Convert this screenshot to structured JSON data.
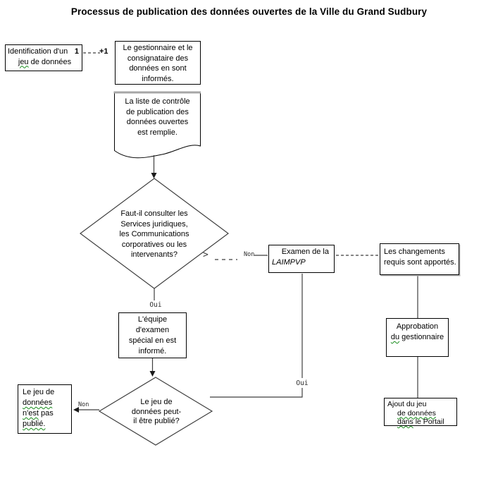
{
  "title": "Processus de publication des données ouvertes de la Ville du Grand Sudbury",
  "nodes": {
    "identification": {
      "line1": "Identification d'un",
      "marker": "1",
      "line2_word": "jeu",
      "line2_rest": " de données"
    },
    "informes": {
      "line1": "Le gestionnaire et le",
      "line2": "consignataire des",
      "line3": "données en sont",
      "line4": "informés."
    },
    "liste_controle": {
      "line1": "La liste de contrôle",
      "line2": "de publication des",
      "line3": "données ouvertes",
      "line4": "est remplie."
    },
    "decision_consulter": {
      "line1": "Faut-il consulter les",
      "line2": "Services juridiques,",
      "line3": "les Communications",
      "line4": "corporatives ou les",
      "line5": "intervenants?"
    },
    "equipe_examen": {
      "line1": "L'équipe",
      "line2": "d'examen",
      "line3": "spécial en est",
      "line4": "informé."
    },
    "decision_publier": {
      "line1": "Le jeu de",
      "line2": "données peut-",
      "line3": "il être publié?"
    },
    "non_publie": {
      "line1": "Le jeu de",
      "line2_word": "données",
      "line3_word": "n'est",
      "line3_rest": " pas",
      "line4_word": "publié."
    },
    "examen_laimpvp": {
      "line1": "Examen de la",
      "line2": "LAIMPVP"
    },
    "changements": {
      "line1": "Les changements",
      "line2": "requis sont apportés."
    },
    "approbation": {
      "line1": "Approbation",
      "line2_word": "du",
      "line2_rest": " gestionnaire"
    },
    "ajout_portail": {
      "line1": "Ajout du jeu",
      "line2_word": "de données",
      "line3_word": "dans",
      "line3_rest": " le Portail"
    }
  },
  "edge_labels": {
    "connector_end": "+1",
    "oui_decision1": "Oui",
    "non_decision1": "Non",
    "oui_examen": "Oui",
    "non_decision2": "Non",
    "gt_mark": ">"
  },
  "colors": {
    "line": "#3f3f3f",
    "border": "#000000",
    "squiggle": "#168a1a",
    "doc_top_shadow": "#a6a6a6"
  }
}
